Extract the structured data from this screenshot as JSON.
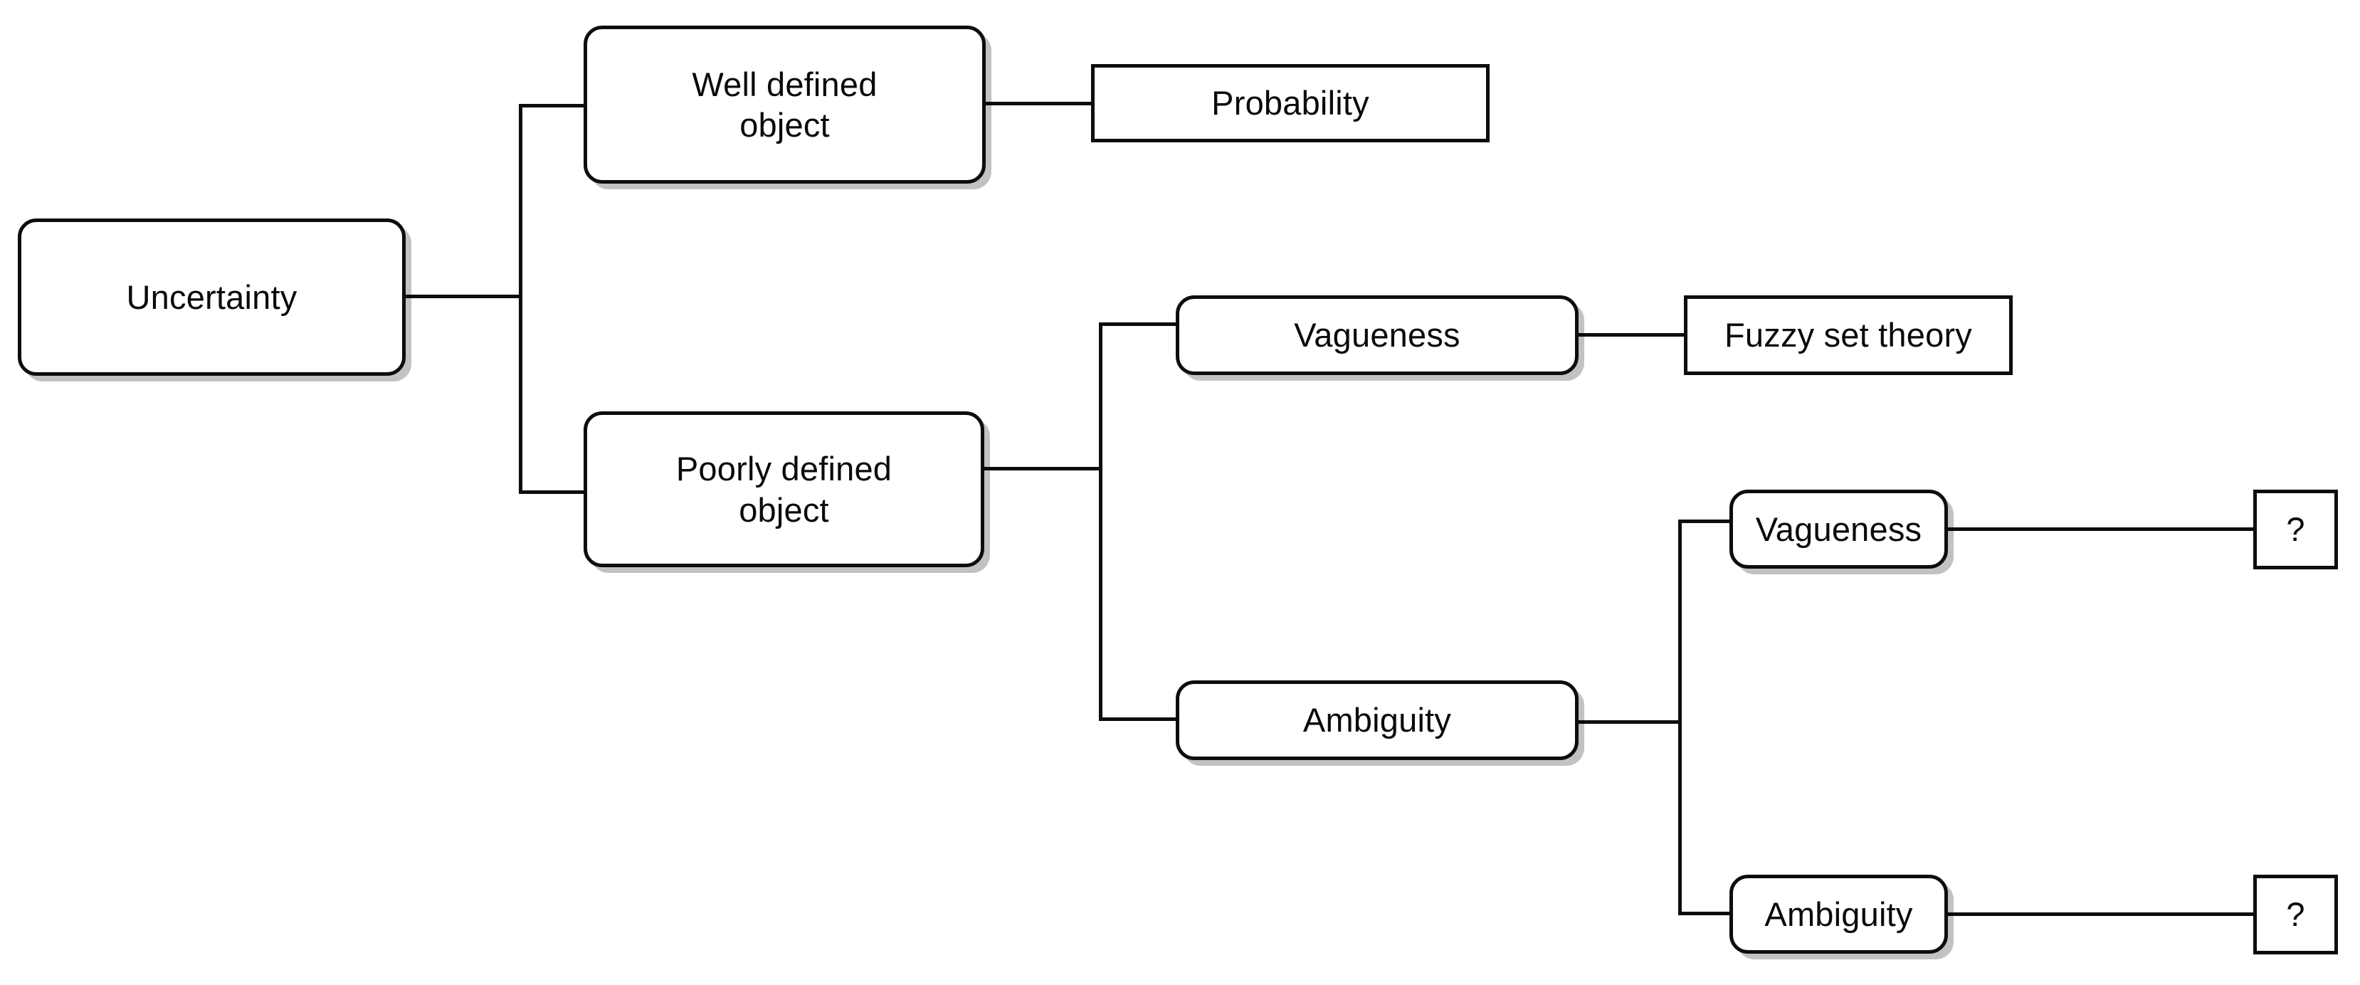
{
  "diagram": {
    "type": "tree",
    "title": "Uncertainty taxonomy tree",
    "colors": {
      "line": "#0d0d0d",
      "box_fill": "#ffffff",
      "box_border": "#0d0d0d",
      "shadow": "#bfbfbf",
      "text": "#0a0a0a"
    },
    "nodes": {
      "root": {
        "label": "Uncertainty",
        "shape": "rounded-rect",
        "shadow": true
      },
      "well_defined": {
        "label": "Well defined\nobject",
        "shape": "rounded-rect",
        "shadow": true
      },
      "probability": {
        "label": "Probability",
        "shape": "rect",
        "shadow": false
      },
      "poorly_defined": {
        "label": "Poorly defined\nobject",
        "shape": "rounded-rect",
        "shadow": true
      },
      "vagueness_1": {
        "label": "Vagueness",
        "shape": "rounded-rect",
        "shadow": true
      },
      "fuzzy_set_theory": {
        "label": "Fuzzy set theory",
        "shape": "rect",
        "shadow": false
      },
      "ambiguity_1": {
        "label": "Ambiguity",
        "shape": "rounded-rect",
        "shadow": true
      },
      "vagueness_2": {
        "label": "Vagueness",
        "shape": "rounded-rect",
        "shadow": true
      },
      "unknown_1": {
        "label": "?",
        "shape": "rect",
        "shadow": false
      },
      "ambiguity_2": {
        "label": "Ambiguity",
        "shape": "rounded-rect",
        "shadow": true
      },
      "unknown_2": {
        "label": "?",
        "shape": "rect",
        "shadow": false
      }
    },
    "edges": [
      {
        "from": "root",
        "to": "well_defined"
      },
      {
        "from": "root",
        "to": "poorly_defined"
      },
      {
        "from": "well_defined",
        "to": "probability"
      },
      {
        "from": "poorly_defined",
        "to": "vagueness_1"
      },
      {
        "from": "poorly_defined",
        "to": "ambiguity_1"
      },
      {
        "from": "vagueness_1",
        "to": "fuzzy_set_theory"
      },
      {
        "from": "ambiguity_1",
        "to": "vagueness_2"
      },
      {
        "from": "ambiguity_1",
        "to": "ambiguity_2"
      },
      {
        "from": "vagueness_2",
        "to": "unknown_1"
      },
      {
        "from": "ambiguity_2",
        "to": "unknown_2"
      }
    ]
  }
}
